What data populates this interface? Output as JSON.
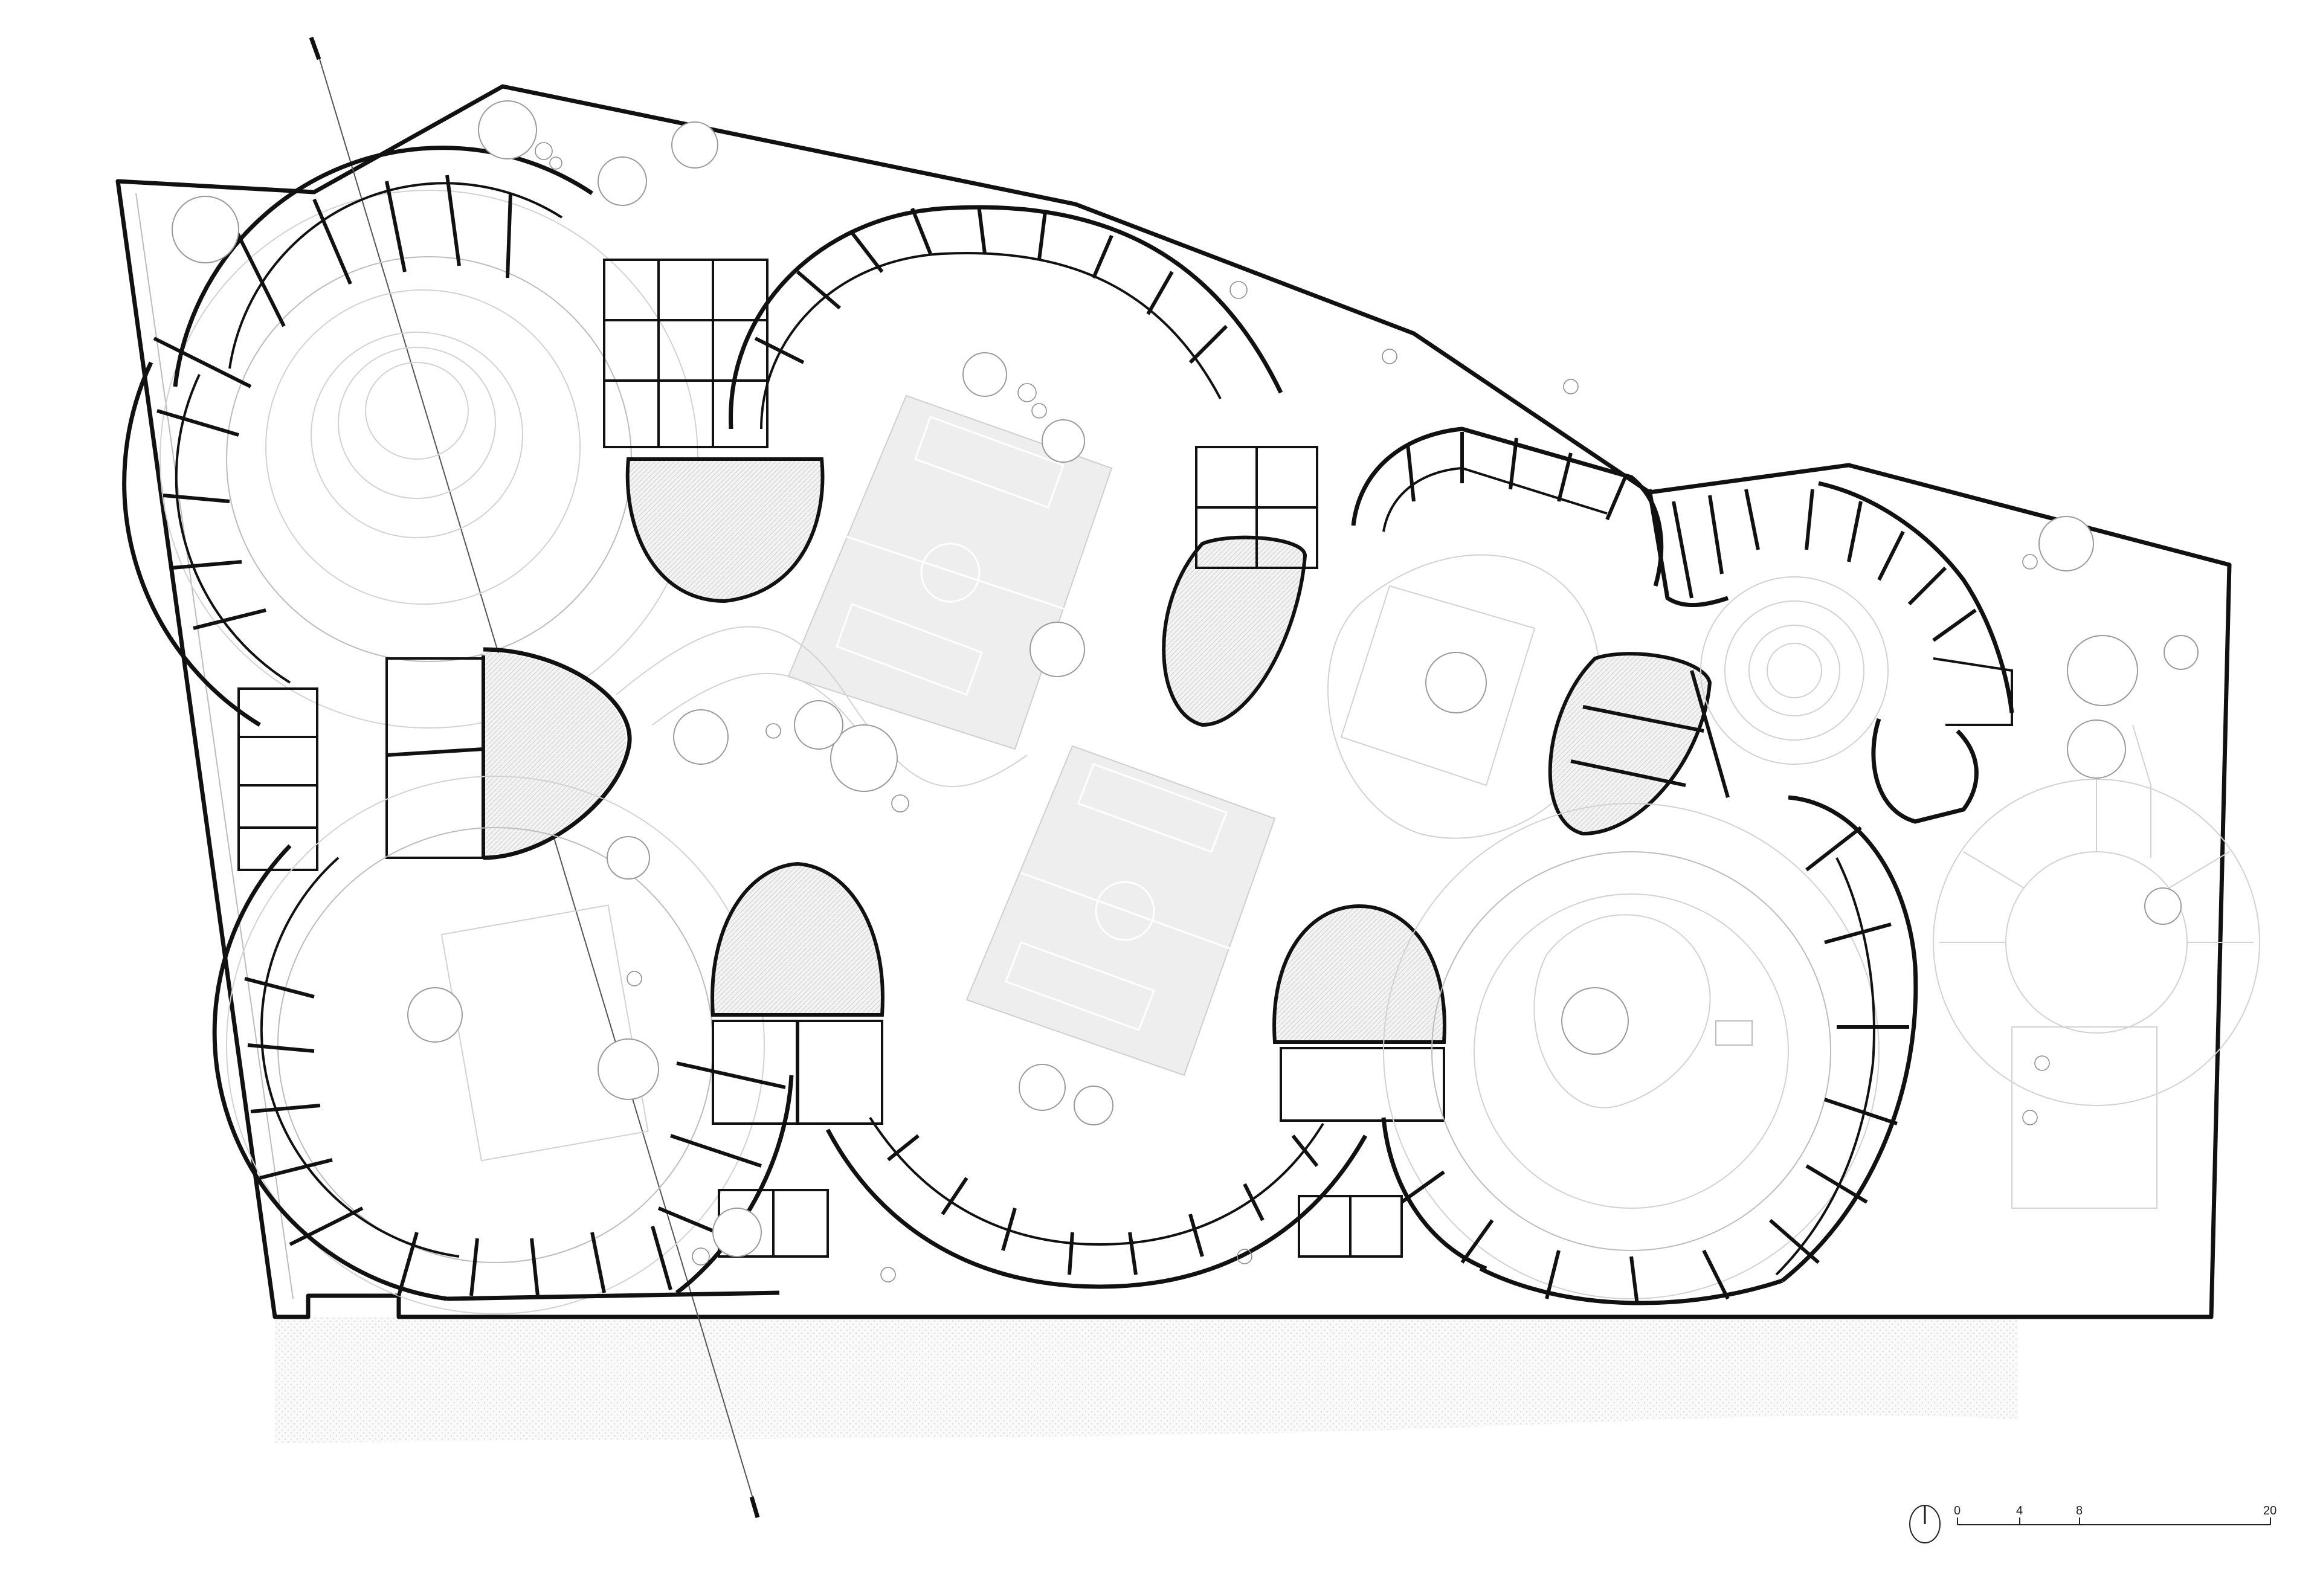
{
  "drawing": {
    "type": "architectural-floor-plan",
    "subject": "school ground floor plan with clustered circular classroom wings around courtyards",
    "features": {
      "sports_fields": 2,
      "courtyards": [
        "north-west amphitheatre court",
        "west court",
        "south-west court",
        "south-east playground court",
        "east circular court"
      ],
      "section_line": true
    }
  },
  "scale_bar": {
    "labels": [
      "0",
      "4",
      "8",
      "20"
    ],
    "unit_hint": "m"
  },
  "north_arrow": {
    "symbol": "north-arrow-circle"
  },
  "colors": {
    "walls": "#111111",
    "linework": "#bcbcbc",
    "field_fill": "#eeeeee",
    "ground_hatch": "#e6e6e6",
    "background": "#ffffff"
  }
}
